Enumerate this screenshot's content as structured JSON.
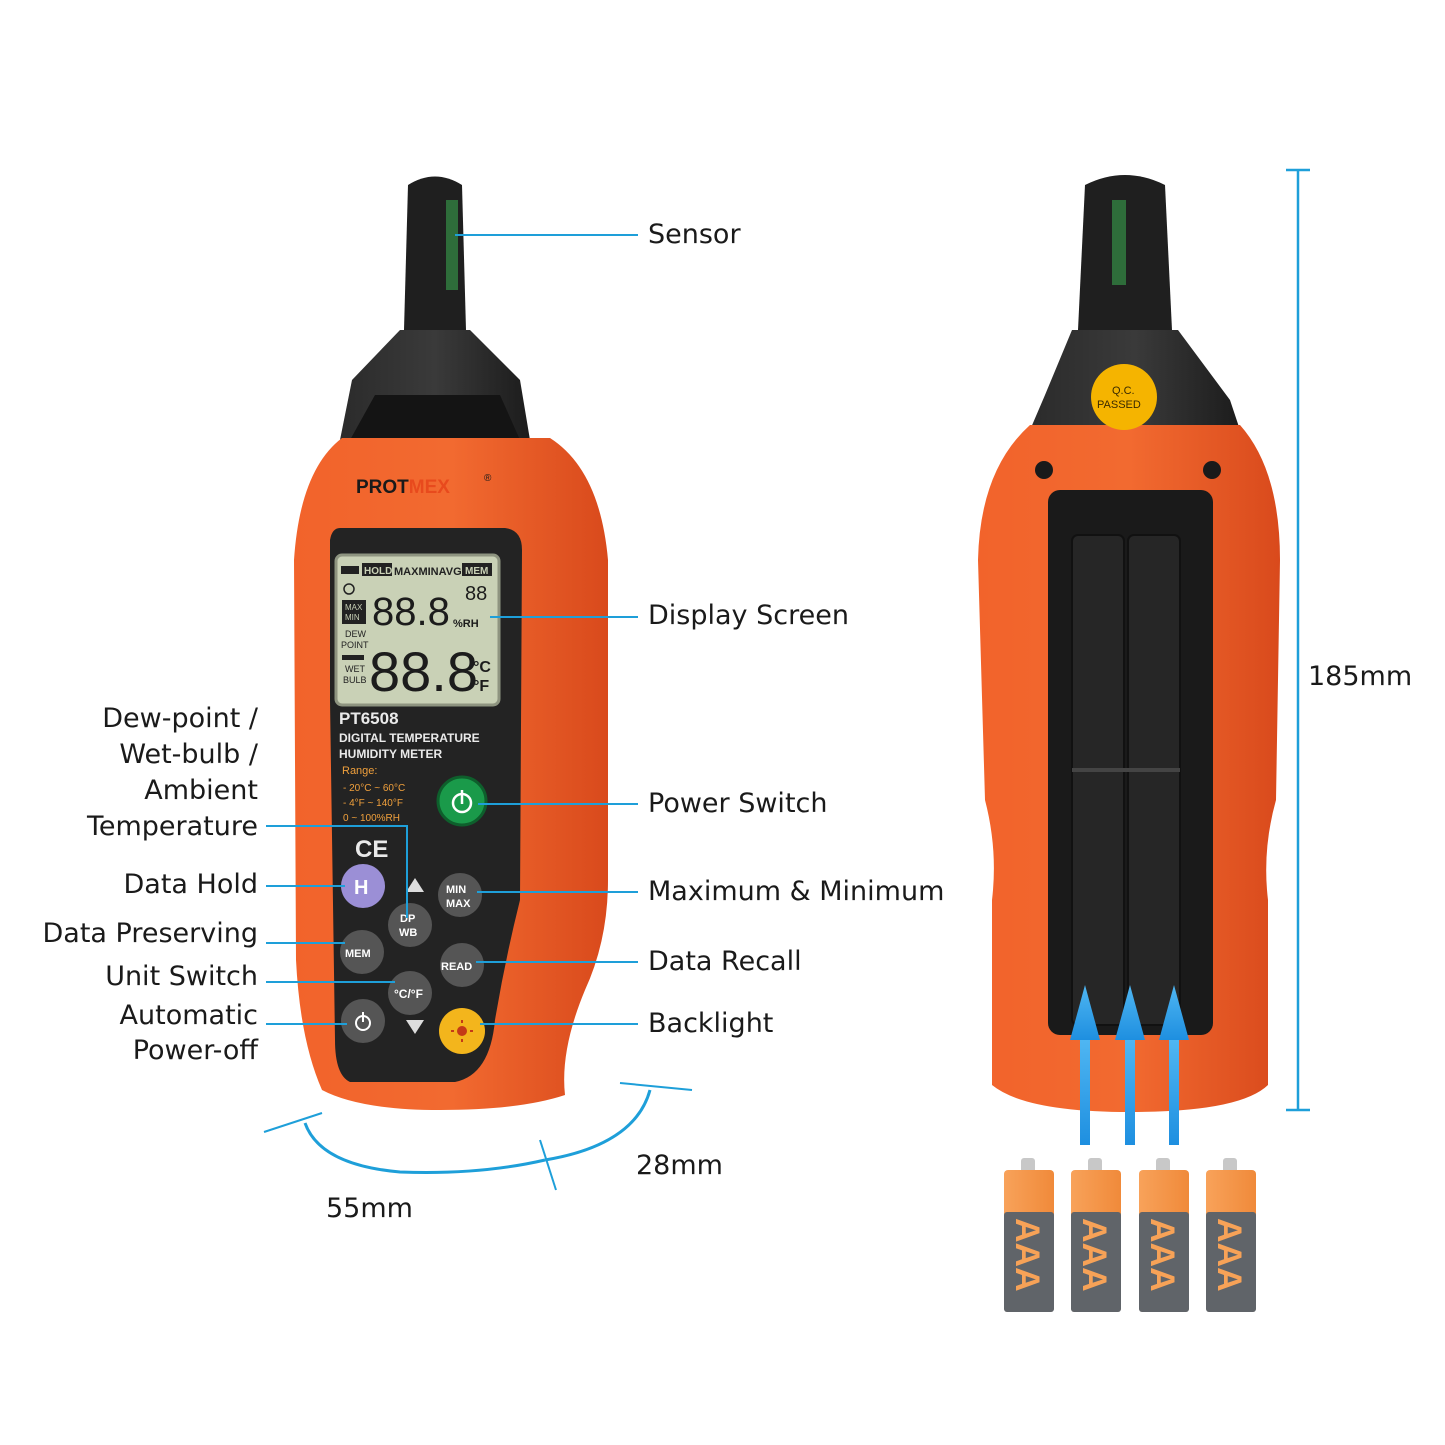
{
  "brand": {
    "name_a": "PROT",
    "name_b": "MEX",
    "registered": "®"
  },
  "device": {
    "model": "PT6508",
    "title_line1": "DIGITAL TEMPERATURE",
    "title_line2": "HUMIDITY METER",
    "range_label": "Range:",
    "range_lines": [
      "- 20°C ~ 60°C",
      "- 4°F ~ 140°F",
      "0 ~ 100%RH"
    ],
    "ce_mark": "CE",
    "qc_sticker_line1": "Q.C.",
    "qc_sticker_line2": "PASSED"
  },
  "lcd": {
    "top_labels": {
      "hold": "HOLD",
      "modes": "MAXMINAVG",
      "mem": "MEM"
    },
    "maxmin_tag": [
      "MAX",
      "MIN"
    ],
    "dew_point_tag": [
      "DEW",
      "POINT"
    ],
    "wet_bulb_tag": [
      "WET",
      "BULB"
    ],
    "small_digits": "88",
    "humidity_digits": "88.8",
    "humidity_unit": "%RH",
    "temp_digits": "88.8",
    "temp_unit_c": "°C",
    "temp_unit_f": "°F"
  },
  "buttons": {
    "hold": "H",
    "dp_wb": [
      "DP",
      "WB"
    ],
    "min_max": [
      "MIN",
      "MAX"
    ],
    "mem": "MEM",
    "read": "READ",
    "unit": "°C/°F"
  },
  "callouts": {
    "sensor": "Sensor",
    "display_screen": "Display Screen",
    "power_switch": "Power Switch",
    "max_min": "Maximum & Minimum",
    "data_recall": "Data Recall",
    "backlight": "Backlight",
    "dewpoint": [
      "Dew-point /",
      "Wet-bulb /",
      "Ambient",
      "Temperature"
    ],
    "data_hold": "Data Hold",
    "data_preserving": "Data Preserving",
    "unit_switch": "Unit Switch",
    "auto_off": [
      "Automatic",
      "Power-off"
    ]
  },
  "dimensions": {
    "height": "185mm",
    "width": "55mm",
    "depth": "28mm"
  },
  "batteries": {
    "label": "AAA",
    "count": 4
  },
  "colors": {
    "accent_line": "#1e9fd9",
    "body_orange": "#ef5a24",
    "lcd": "#c9d1b6"
  }
}
